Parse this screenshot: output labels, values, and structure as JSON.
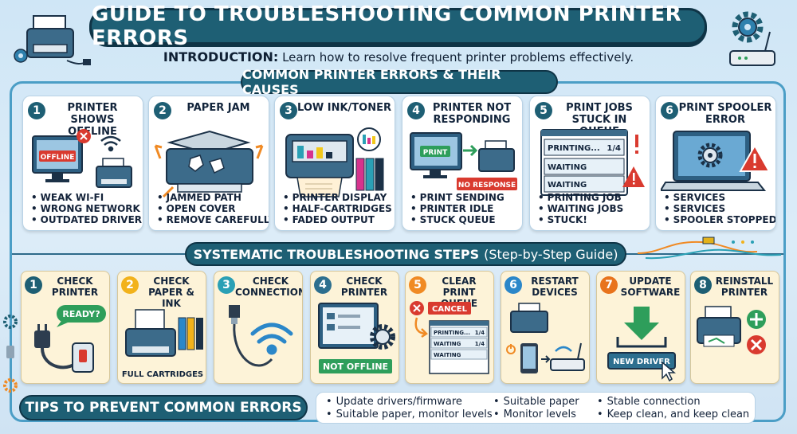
{
  "title": "GUIDE TO TROUBLESHOOTING COMMON PRINTER ERRORS",
  "intro": {
    "label": "INTRODUCTION:",
    "text": "Learn how to resolve frequent printer problems effectively."
  },
  "errors_section": {
    "title": "COMMON PRINTER ERRORS & THEIR CAUSES",
    "cards": [
      {
        "num": "1",
        "title": "PRINTER SHOWS OFFLINE",
        "badge": "OFFLINE",
        "bullets": [
          "WEAK WI-FI",
          "WRONG NETWORK",
          "OUTDATED DRIVER"
        ]
      },
      {
        "num": "2",
        "title": "PAPER JAM",
        "bullets": [
          "JAMMED PATH",
          "OPEN COVER",
          "REMOVE CAREFULLY"
        ]
      },
      {
        "num": "3",
        "title": "LOW INK/TONER",
        "bullets": [
          "PRINTER DISPLAY",
          "HALF-CARTRIDGES",
          "FADED OUTPUT"
        ]
      },
      {
        "num": "4",
        "title": "PRINTER NOT RESPONDING",
        "screen_label": "PRINT",
        "badge": "NO RESPONSE",
        "bullets": [
          "PRINT SENDING",
          "PRINTER IDLE",
          "STUCK QUEUE"
        ]
      },
      {
        "num": "5",
        "title": "PRINT JOBS STUCK IN QUEUE",
        "queue": [
          "PRINTING...",
          "WAITING",
          "WAITING"
        ],
        "queue_count": "1/4",
        "bullets": [
          "PRINTING JOB",
          "WAITING JOBS",
          "STUCK!"
        ]
      },
      {
        "num": "6",
        "title": "PRINT SPOOLER ERROR",
        "bullets": [
          "SERVICES",
          "SERVICES",
          "SPOOLER STOPPED!"
        ]
      }
    ]
  },
  "steps_section": {
    "title": "SYSTEMATIC TROUBLESHOOTING STEPS",
    "subtitle": "(Step-by-Step Guide)",
    "steps": [
      {
        "num": "1",
        "title": "CHECK PRINTER",
        "badge": "READY?"
      },
      {
        "num": "2",
        "title": "CHECK PAPER & INK",
        "caption": "FULL CARTRIDGES"
      },
      {
        "num": "3",
        "title": "CHECK CONNECTION"
      },
      {
        "num": "4",
        "title": "CHECK PRINTER",
        "badge": "NOT OFFLINE"
      },
      {
        "num": "5",
        "title": "CLEAR PRINT QUEUE",
        "button": "CANCEL",
        "queue": [
          "PRINTING...",
          "WAITING",
          "WAITING"
        ],
        "queue_counts": [
          "1/4",
          "1/4"
        ]
      },
      {
        "num": "6",
        "title": "RESTART DEVICES"
      },
      {
        "num": "7",
        "title": "UPDATE SOFTWARE",
        "button": "NEW DRIVER"
      },
      {
        "num": "8",
        "title": "REINSTALL PRINTER"
      }
    ]
  },
  "tips": {
    "title": "TIPS TO PREVENT COMMON ERRORS",
    "col1": [
      "Update drivers/firmware",
      "Suitable paper, monitor levels"
    ],
    "col2": [
      "Suitable paper",
      "Monitor levels"
    ],
    "col3": [
      "Stable connection",
      "Keep clean, and keep clean"
    ]
  },
  "colors": {
    "navy": "#1e5f74",
    "frame": "#4b9ec6",
    "alert_red": "#d93a2f",
    "ok_green": "#2e9e5b",
    "warn_orange": "#f08a24",
    "step_colors": [
      "#1e5f74",
      "#f2b21b",
      "#2aa0b5",
      "#2d6f8f",
      "#f08a24",
      "#2b87c9",
      "#e8731c",
      "#1e5f74"
    ]
  },
  "icons": [
    "printer-icon",
    "gear-icon",
    "router-icon",
    "usb-cable-icon",
    "wifi-icon",
    "warning-icon",
    "monitor-icon",
    "plug-icon",
    "download-icon",
    "phone-icon",
    "laptop-icon"
  ]
}
